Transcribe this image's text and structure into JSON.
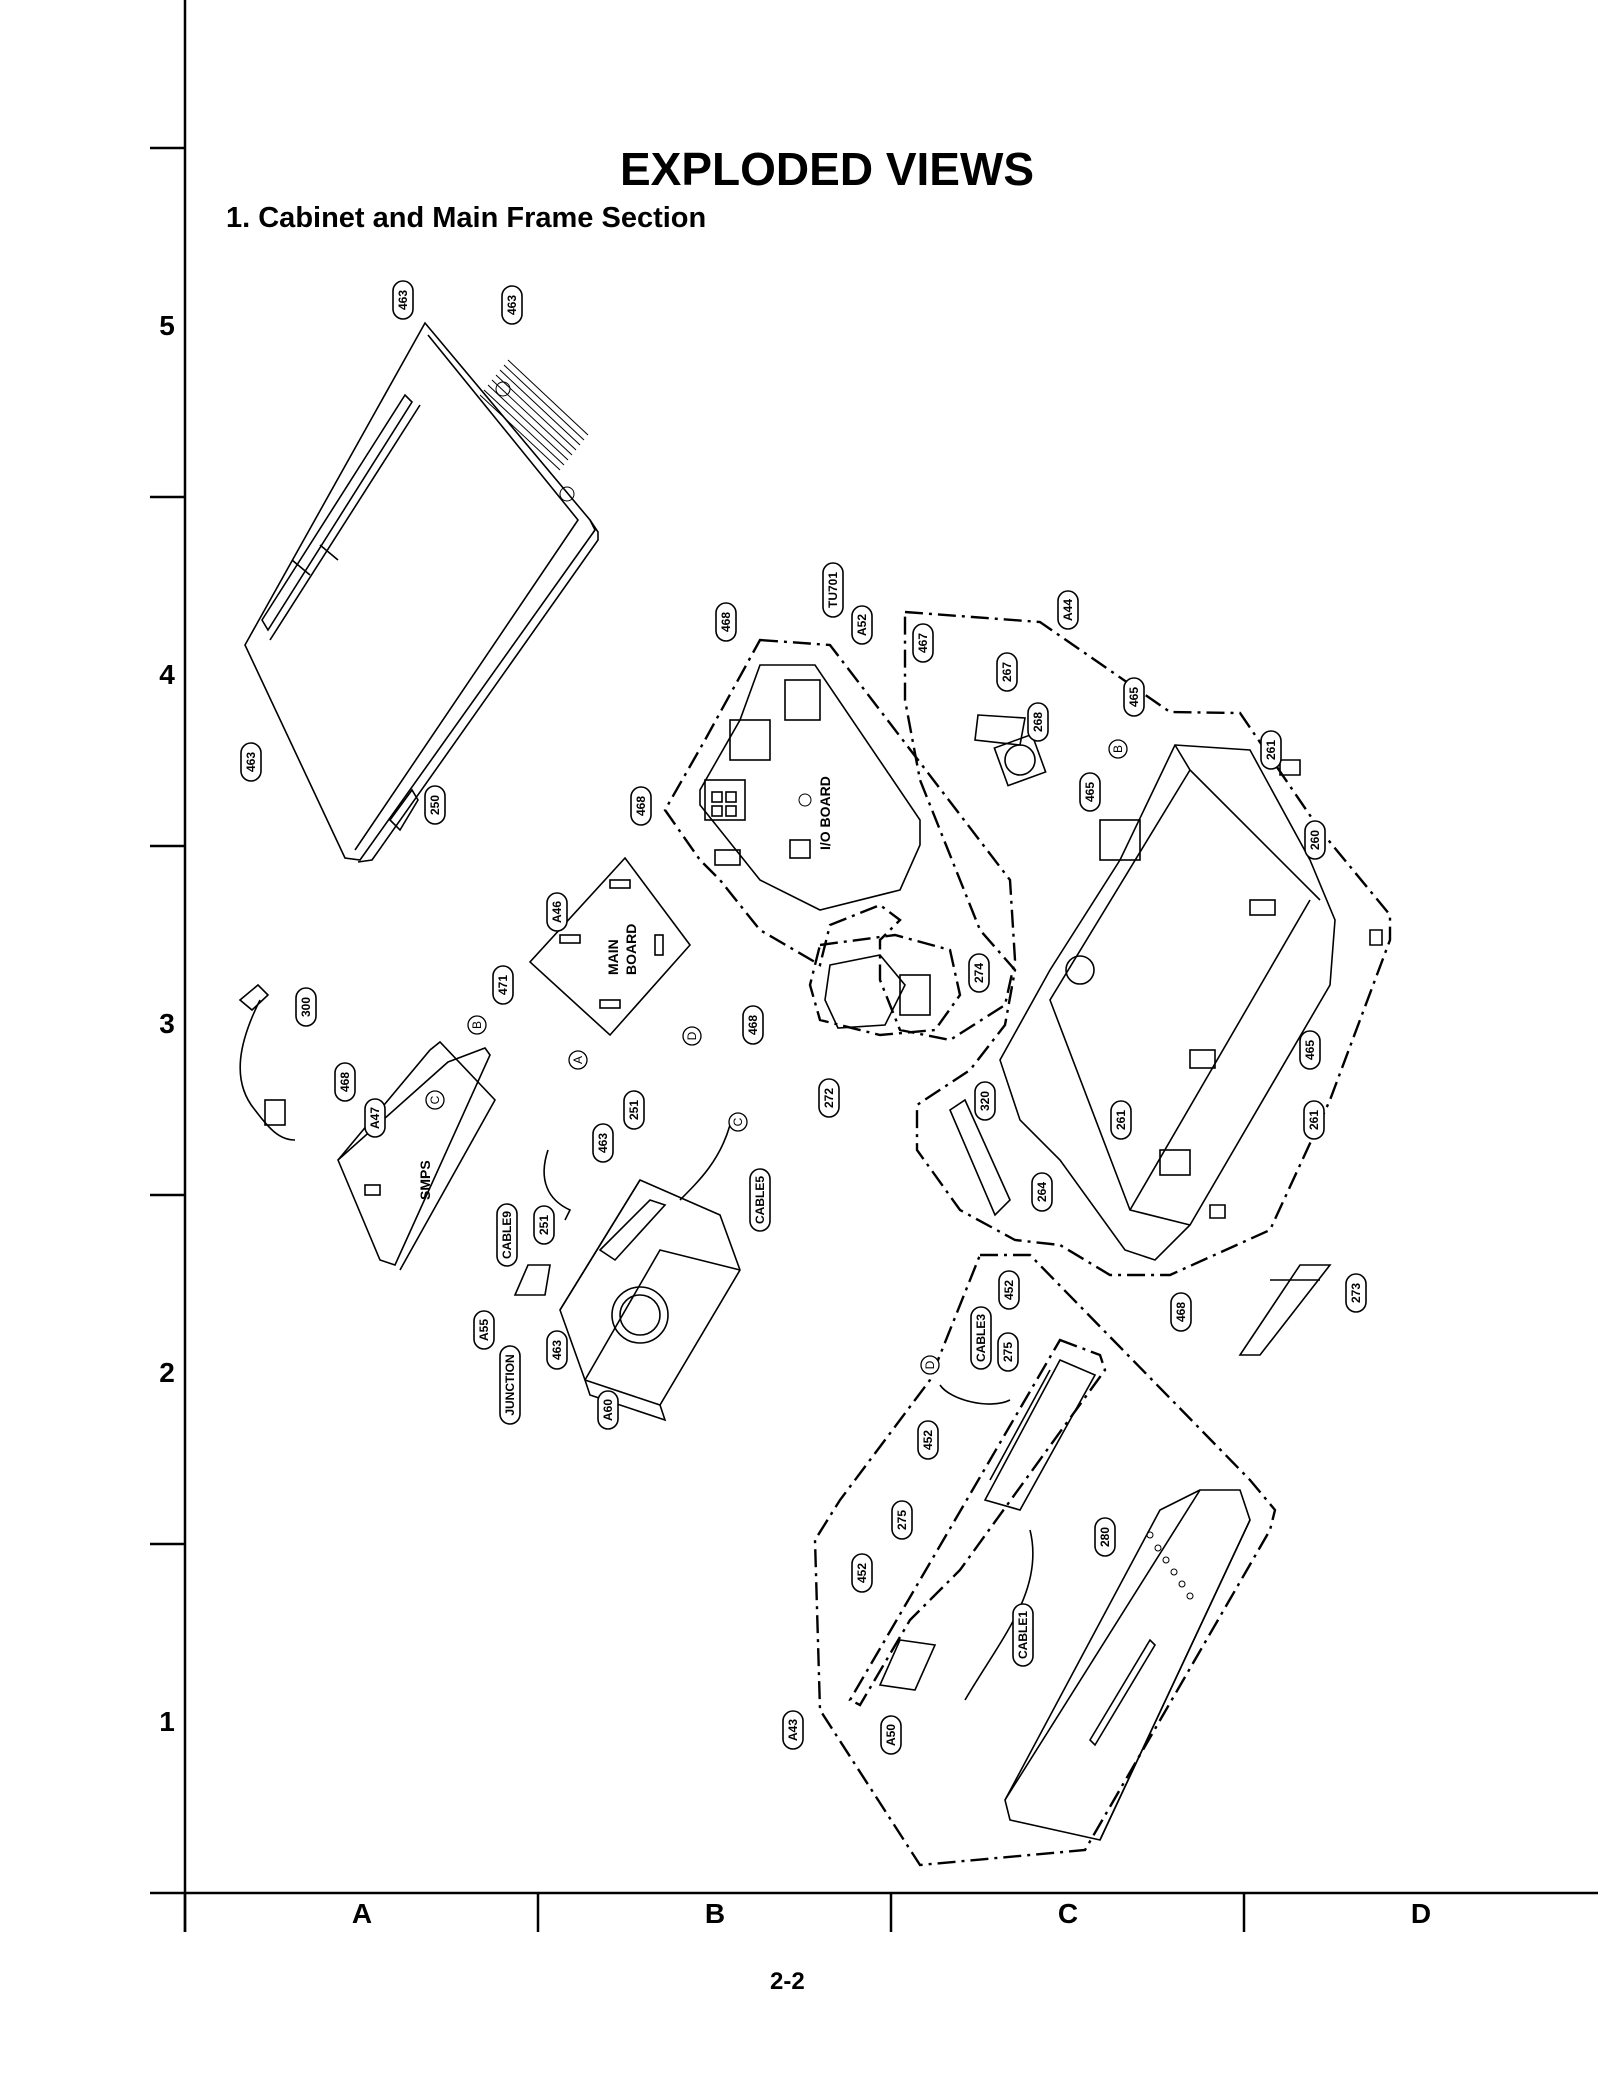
{
  "page": {
    "title": "EXPLODED VIEWS",
    "subtitle": "1. Cabinet and Main Frame Section",
    "page_number": "2-2"
  },
  "grid": {
    "rows": [
      "5",
      "4",
      "3",
      "2",
      "1"
    ],
    "columns": [
      "A",
      "B",
      "C",
      "D"
    ]
  },
  "board_labels": {
    "io_board": "I/O BOARD",
    "main_board_1": "MAIN",
    "main_board_2": "BOARD",
    "smps": "SMPS"
  },
  "callouts": [
    {
      "label": "463"
    },
    {
      "label": "463"
    },
    {
      "label": "463"
    },
    {
      "label": "250"
    },
    {
      "label": "468"
    },
    {
      "label": "TU701"
    },
    {
      "label": "A52"
    },
    {
      "label": "468"
    },
    {
      "label": "467"
    },
    {
      "label": "A44"
    },
    {
      "label": "267"
    },
    {
      "label": "268"
    },
    {
      "label": "465"
    },
    {
      "label": "465"
    },
    {
      "label": "261"
    },
    {
      "label": "260"
    },
    {
      "label": "A46"
    },
    {
      "label": "471"
    },
    {
      "label": "300"
    },
    {
      "label": "468"
    },
    {
      "label": "A47"
    },
    {
      "label": "468"
    },
    {
      "label": "274"
    },
    {
      "label": "272"
    },
    {
      "label": "320"
    },
    {
      "label": "261"
    },
    {
      "label": "465"
    },
    {
      "label": "261"
    },
    {
      "label": "264"
    },
    {
      "label": "251"
    },
    {
      "label": "463"
    },
    {
      "label": "CABLE9"
    },
    {
      "label": "CABLE5"
    },
    {
      "label": "251"
    },
    {
      "label": "A55"
    },
    {
      "label": "463"
    },
    {
      "label": "JUNCTION"
    },
    {
      "label": "A60"
    },
    {
      "label": "468"
    },
    {
      "label": "273"
    },
    {
      "label": "452"
    },
    {
      "label": "CABLE3"
    },
    {
      "label": "275"
    },
    {
      "label": "452"
    },
    {
      "label": "275"
    },
    {
      "label": "280"
    },
    {
      "label": "452"
    },
    {
      "label": "CABLE1"
    },
    {
      "label": "A43"
    },
    {
      "label": "A50"
    }
  ],
  "connectors": [
    "A",
    "B",
    "C",
    "D",
    "B",
    "C",
    "D"
  ]
}
